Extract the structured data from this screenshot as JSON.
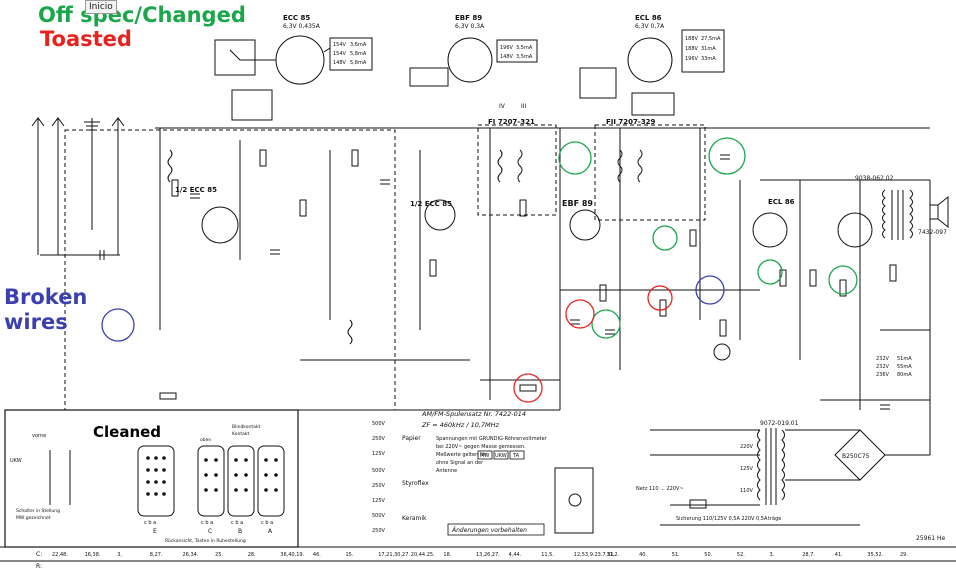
{
  "legend": {
    "off_spec": "Off spec/Changed",
    "toasted": "Toasted",
    "broken": [
      "Broken",
      "wires"
    ],
    "cleaned": "Cleaned",
    "colors": {
      "off_spec": "#1aa64a",
      "toasted": "#e8231f",
      "broken": "#3b3fb0"
    }
  },
  "tooltip": "Inicio",
  "tubes": {
    "ecc85_top": {
      "name": "ECC 85",
      "spec": "6,3V 0,435A"
    },
    "ebf89_top": {
      "name": "EBF 89",
      "spec": "6,3V 0,3A"
    },
    "ecl86_top": {
      "name": "ECL 86",
      "spec": "6,3V 0,7A"
    },
    "ecc85_1": "1/2 ECC 85",
    "ecc85_2": "1/2 ECC 85",
    "ebf89": "EBF 89",
    "ecl86": "ECL 86"
  },
  "filters": {
    "fi1": "FI 7207-321",
    "fi2": "FII 7207-329"
  },
  "roman": [
    "IV",
    "III"
  ],
  "block_labels": [
    "AM/FM-Spulensatz Nr. 7422-014",
    "ZF = 460kHz / 10,7MHz"
  ],
  "notes": [
    "Spannungen mit GRUNDIG-Röhrenvoltmeter",
    "bei 220V~ gegen Masse gemessen.",
    "Meßwerte gelten für",
    "ohne Signal an der",
    "Antenne"
  ],
  "note_boxes": [
    "MW",
    "UKW",
    "TA"
  ],
  "changes_box": "Änderungen vorbehalten",
  "part_number": "25961 He",
  "cleaned_panel": {
    "title": "vorne",
    "switch_note": [
      "Schalter in Stellung",
      "MW gezeichnet"
    ],
    "contacts": [
      "Blindkontakt",
      "Kontakt"
    ],
    "top_label": "oben",
    "letters": [
      "c b a",
      "c b a",
      "c b a",
      "c b a"
    ],
    "sections": [
      "E",
      "C",
      "B",
      "A"
    ],
    "caption": "Rückansicht, Tasten in Ruhestellung",
    "ukw": "UKW"
  },
  "cap_groups": [
    "Papier",
    "Styroflex",
    "Keramik"
  ],
  "cap_voltages": [
    "500V",
    "250V",
    "125V",
    "500V",
    "250V",
    "125V",
    "500V",
    "250V"
  ],
  "power": {
    "transformer": "9072-019.01",
    "rectifier": "B250C75",
    "taps": [
      "220V",
      "125V",
      "110V"
    ],
    "net": "Netz 110 ... 220V~",
    "fuse": "Sicherung 110/125V 0,5A  220V 0,5A",
    "fuse_note": "träge",
    "tube_table": [
      [
        "232V",
        "51mA"
      ],
      [
        "232V",
        "55mA"
      ],
      [
        "236V",
        "80mA"
      ]
    ]
  },
  "out_transformer": "9038-062.02",
  "speaker": "7432-097",
  "scale_c": [
    "22,48.",
    "16,38.",
    "3,",
    "8,27.",
    "26,34.",
    "25.",
    "28.",
    "36,40,19.",
    "46.",
    "15.",
    "17,21,30,27.",
    "20,44.25.",
    "18.",
    "13,26,27.",
    "4,44.",
    "11,5.",
    "12,53,9.23.7.31.",
    "31,2.",
    "40.",
    "51.",
    "50.",
    "52.",
    "3.",
    "28,7.",
    "41.",
    "35,52.",
    "29."
  ],
  "scale_labels": {
    "c": "C:",
    "r": "R:"
  },
  "ecc85_table": [
    [
      "154V",
      "3,6mA"
    ],
    [
      "154V",
      "5,8mA"
    ],
    [
      "148V",
      "5,8mA"
    ]
  ],
  "ebf89_table": [
    [
      "196V",
      "3,5mA"
    ],
    [
      "148V",
      "3,5mA"
    ]
  ],
  "ecl86_table": [
    [
      "188V",
      "27,5mA"
    ],
    [
      "188V",
      "31mA"
    ],
    [
      "196V",
      "33mA"
    ]
  ]
}
